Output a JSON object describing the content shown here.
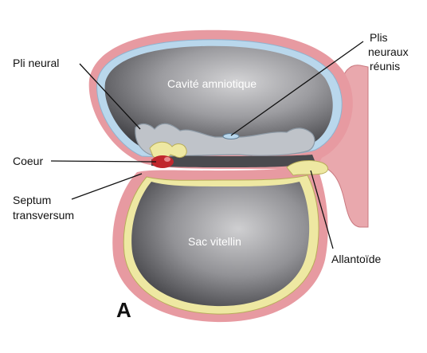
{
  "figure_letter": "A",
  "labels": {
    "pli_neural": "Pli neural",
    "plis_neuraux_l1": "Plis",
    "plis_neuraux_l2": "neuraux",
    "plis_neuraux_l3": "réunis",
    "cavite_amniotique": "Cavité amniotique",
    "coeur": "Coeur",
    "septum_l1": "Septum",
    "septum_l2": "transversum",
    "sac_vitellin": "Sac vitellin",
    "allantoide": "Allantoïde"
  },
  "colors": {
    "ectoderm_pink": "#e79aa1",
    "amnion_blue": "#b9d7ec",
    "endoderm_yellow": "#eee8a2",
    "cavity_light": "#c8c8ca",
    "cavity_dark": "#3e3e42",
    "heart_red": "#c0272d",
    "stalk_pink": "#e9a8ad"
  }
}
